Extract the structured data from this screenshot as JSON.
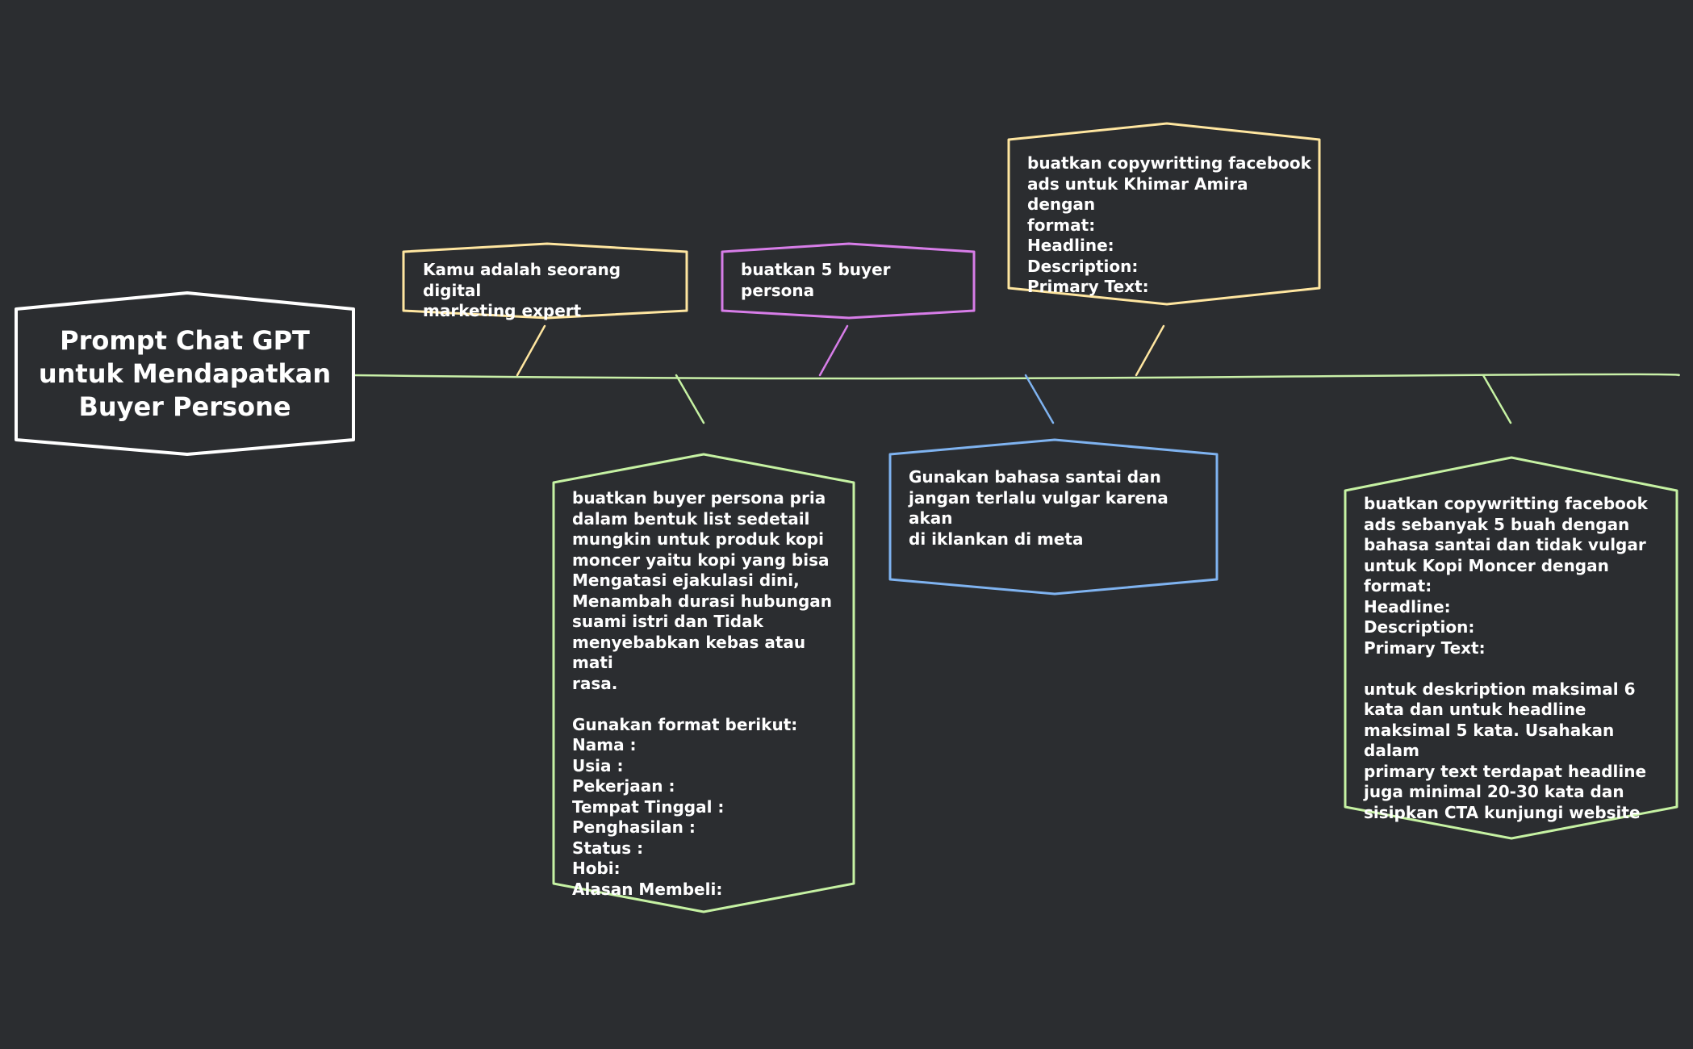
{
  "colors": {
    "background": "#2b2d30",
    "root_border": "#ffffff",
    "spine": "#c9f0a8",
    "yellow": "#ffe6a0",
    "purple": "#d77de8",
    "green": "#c6f2a3",
    "blue": "#7fb3f0",
    "text": "#ffffff"
  },
  "root": {
    "title": "Prompt Chat GPT untuk Mendapatkan Buyer Persone"
  },
  "nodes": [
    {
      "id": "digital-marketing",
      "color": "yellow",
      "text": "Kamu adalah seorang digital\nmarketing expert"
    },
    {
      "id": "buyer-persona-5",
      "color": "purple",
      "text": "buatkan 5 buyer persona"
    },
    {
      "id": "copywriting-khimar",
      "color": "yellow",
      "text": "buatkan copywritting facebook\nads untuk Khimar Amira dengan\nformat:\nHeadline:\nDescription:\nPrimary Text:"
    },
    {
      "id": "buyer-persona-pria",
      "color": "green",
      "text": "buatkan buyer persona pria\ndalam bentuk list sedetail\nmungkin untuk produk kopi\nmoncer yaitu kopi yang bisa\nMengatasi ejakulasi dini,\nMenambah durasi hubungan\nsuami istri dan Tidak\nmenyebabkan kebas atau mati\nrasa.\n\nGunakan format berikut:\nNama :\nUsia :\nPekerjaan :\nTempat Tinggal :\nPenghasilan :\nStatus :\nHobi:\nAlasan Membeli:"
    },
    {
      "id": "bahasa-santai",
      "color": "blue",
      "text": "Gunakan bahasa santai dan\njangan terlalu vulgar karena akan\ndi iklankan di meta"
    },
    {
      "id": "copywriting-kopi-moncer",
      "color": "green",
      "text": "buatkan copywritting facebook\nads sebanyak 5 buah dengan\nbahasa santai dan tidak vulgar\nuntuk Kopi Moncer dengan\nformat:\nHeadline:\nDescription:\nPrimary Text:\n\nuntuk deskription maksimal 6\nkata dan untuk headline\nmaksimal 5 kata. Usahakan dalam\nprimary text terdapat headline\njuga minimal 20-30 kata dan\nsisipkan CTA kunjungi website"
    }
  ]
}
